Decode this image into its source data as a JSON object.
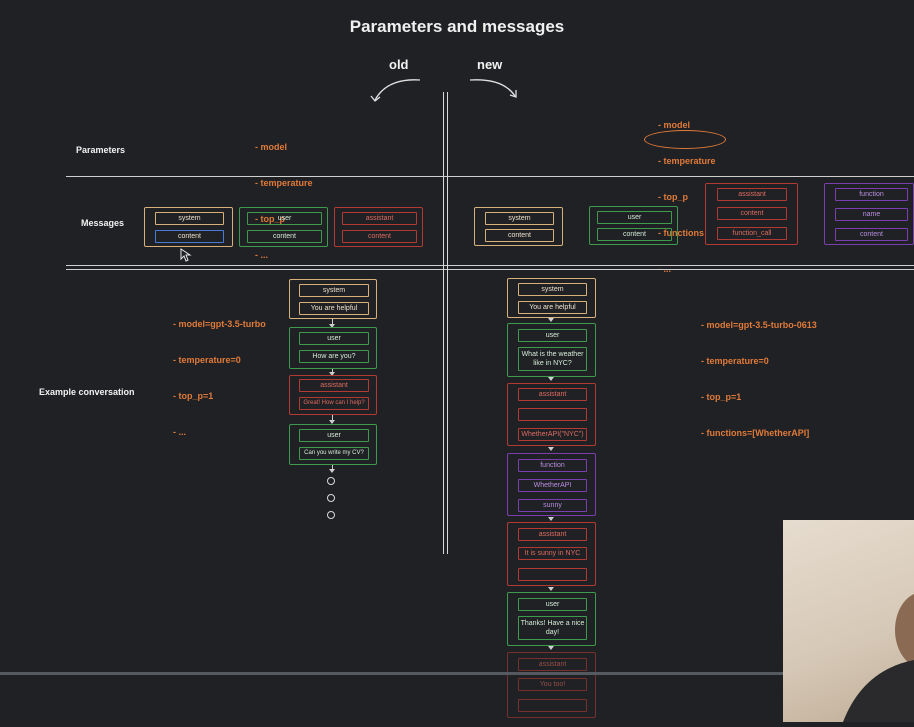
{
  "title": "Parameters and messages",
  "headers": {
    "old": "old",
    "new": "new"
  },
  "row_labels": {
    "parameters": "Parameters",
    "messages": "Messages",
    "example": "Example conversation"
  },
  "old_params": [
    "- model",
    "- temperature",
    "- top_p",
    "- ..."
  ],
  "new_params": [
    "- model",
    "- temperature",
    "- top_p",
    "- functions",
    "- ..."
  ],
  "old_example_params": [
    "- model=gpt-3.5-turbo",
    "- temperature=0",
    "- top_p=1",
    "- ..."
  ],
  "new_example_params": [
    "- model=gpt-3.5-turbo-0613",
    "- temperature=0",
    "- top_p=1",
    "- functions=[WhetherAPI]"
  ],
  "old_messages": {
    "system": [
      "system",
      "content"
    ],
    "user": [
      "user",
      "content"
    ],
    "assistant": [
      "assistant",
      "content"
    ]
  },
  "new_messages": {
    "system": [
      "system",
      "content"
    ],
    "user": [
      "user",
      "content"
    ],
    "assistant": [
      "assistant",
      "content",
      "function_call"
    ],
    "function": [
      "function",
      "name",
      "content"
    ]
  },
  "old_conversation": [
    [
      "system",
      "You are helpful"
    ],
    [
      "user",
      "How are you?"
    ],
    [
      "assistant",
      "Great! How can I help?"
    ],
    [
      "user",
      "Can you write my CV?"
    ]
  ],
  "new_conversation": [
    [
      "system",
      "You are helpful"
    ],
    [
      "user",
      "What is the weather like in NYC?"
    ],
    [
      "assistant",
      "",
      "WhetherAPI(\"NYC\")"
    ],
    [
      "function",
      "WhetherAPI",
      "sunny"
    ],
    [
      "assistant",
      "It is sunny in NYC",
      ""
    ],
    [
      "user",
      "Thanks! Have a nice day!"
    ],
    [
      "assistant",
      "You too!",
      ""
    ]
  ],
  "colors": {
    "background": "#1f2124",
    "orange": "#e07a3a",
    "green": "#3e9a4c",
    "red": "#b33a33",
    "purple": "#7a3fae",
    "tan": "#d7b07a"
  }
}
